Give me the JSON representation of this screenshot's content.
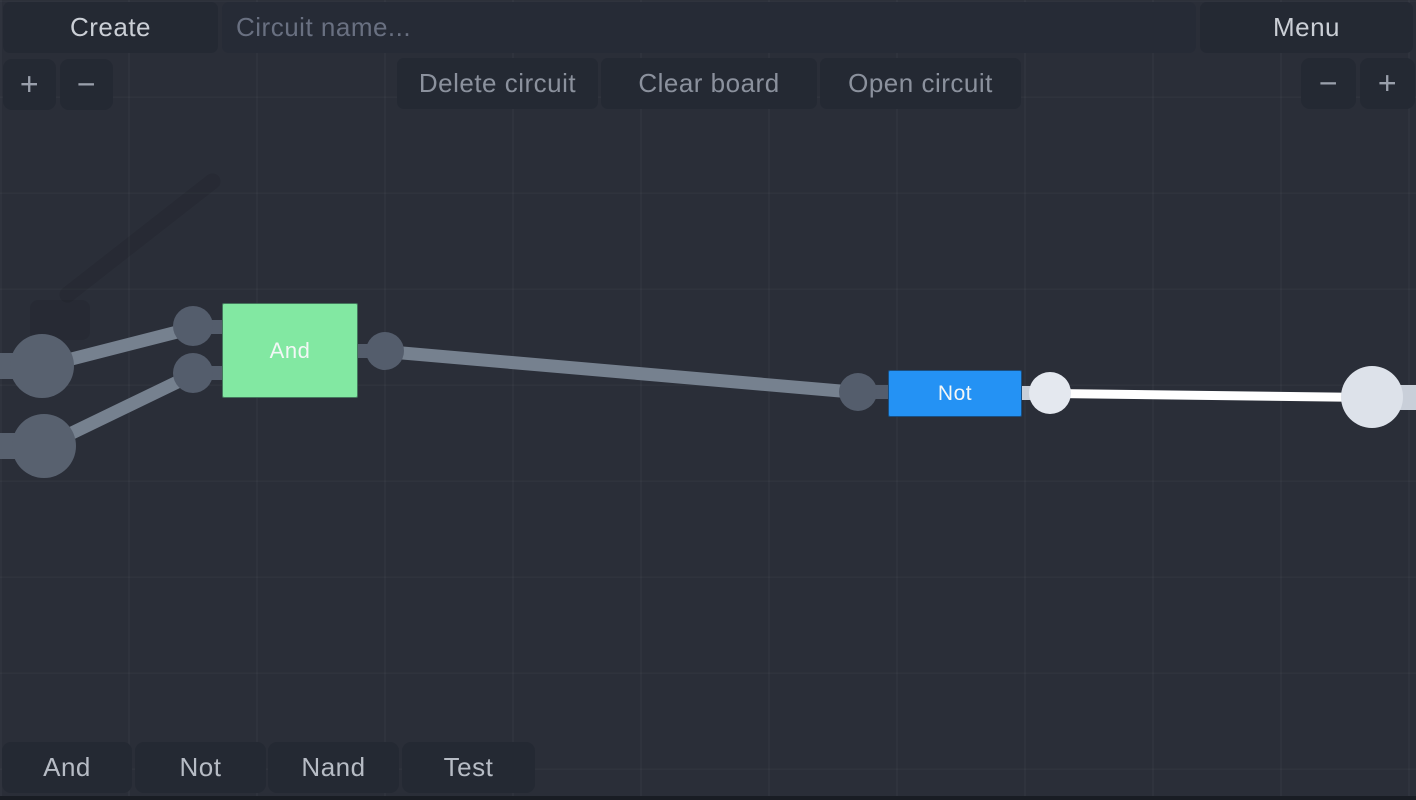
{
  "top_bar": {
    "create_label": "Create",
    "circuit_name_placeholder": "Circuit name...",
    "menu_label": "Menu"
  },
  "toolbar": {
    "delete_circuit_label": "Delete circuit",
    "clear_board_label": "Clear board",
    "open_circuit_label": "Open circuit"
  },
  "zoom_controls": {
    "plus_label": "+",
    "minus_label": "−"
  },
  "palette": {
    "items": [
      {
        "label": "And"
      },
      {
        "label": "Not"
      },
      {
        "label": "Nand"
      },
      {
        "label": "Test"
      }
    ]
  },
  "canvas": {
    "gates": [
      {
        "label": "And",
        "color": "#82e8a2",
        "inputs": 2,
        "outputs": 1
      },
      {
        "label": "Not",
        "color": "#2492f4",
        "inputs": 1,
        "outputs": 1
      }
    ],
    "input_nodes": 2,
    "output_nodes": 1
  },
  "colors": {
    "background": "#2a2e38",
    "panel_button": "#242933",
    "and_gate": "#82e8a2",
    "not_gate": "#2492f4",
    "wire_inactive": "#76818f",
    "wire_active": "#ffffff",
    "node_dark": "#58616f",
    "pin_dark": "#545d6c",
    "node_active": "#dde2ea"
  }
}
